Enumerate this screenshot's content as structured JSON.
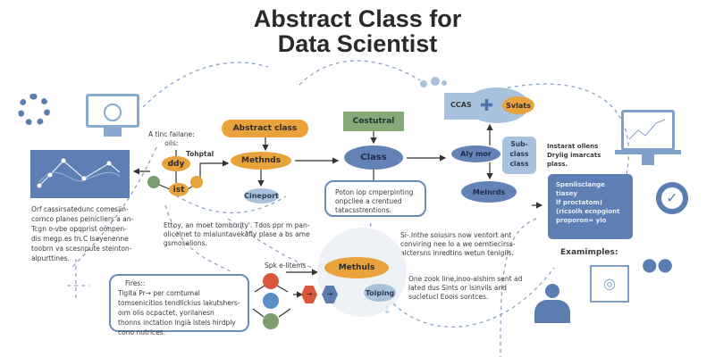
{
  "title": {
    "line1": "Abstract Class  for",
    "line2": "Data Scientist"
  },
  "left": {
    "label": "A tinc failane:\noils:",
    "ddy": "ddy",
    "tohptal": "Tohptal",
    "ist": "ist",
    "desc": [
      "Orf cassirsatedunc comesiin-",
      "cornco planes pelnicliers a an-",
      "Tcgn o-vbe opqprist oónpen-",
      "dis megp.es tn.C lsayenenne",
      "toobrn va scesnpute steinton-",
      "alpurttines."
    ]
  },
  "center": {
    "abstract_class": "Abstract class",
    "methods": "Methnds",
    "cineport": "Cineport",
    "note": [
      "Ettoy, an moet tomburity'. Tdos ppr m pan-",
      "olicelnet to mlaluntavekafly plase a bs ame",
      "gsmosalions."
    ]
  },
  "class_col": {
    "costutral": "Costutral",
    "class": "Class",
    "textbox": [
      "Poton iop cmperpinting",
      "onpcliee a crentued",
      "tatacsstrentions."
    ]
  },
  "cluster": {
    "ccas": "CCAS",
    "svlats": "Svlats",
    "aly_mor": "Aly mor",
    "subclass": "Sub-\nclass\nclass",
    "melnrds": "Melnrds"
  },
  "right": {
    "instarat": [
      "Instarat ollens",
      "Drylig imarcats",
      "plass."
    ],
    "bluebox": [
      "Spenlisclange",
      "tiasey",
      "lf proctatom)",
      "(ricsolh ecnpgiont",
      "proporon= yio"
    ],
    "examples": "Examimples:"
  },
  "bottom": {
    "si_text": [
      "Si-.Inthe soiusirs now ventort ant",
      "conviring nee lo a we oemtiecirss-",
      "alctersns inredtins wetun tenigils."
    ],
    "spk": "Spk e-litems",
    "methuls": "Methuls",
    "tolping": "Tolping",
    "one_text": [
      "One zook line,inoo-alshim sent ad",
      "lated dus Sints or isinvils and",
      "sucletucl Eoois sontces."
    ],
    "fires_title": "Fires::",
    "fires": [
      "Tigita Pr→ per comtumal",
      "tomsenicitios tendlickius lakutshers-",
      "oım olis ocpactet, yorilanesn",
      "thonns inctation  lngià lstels hirdply",
      "cono nutrices."
    ]
  },
  "colors": {
    "orange": "#e8a33d",
    "blue": "#6482b5",
    "green": "#7a9e6f",
    "red": "#d9573b"
  }
}
